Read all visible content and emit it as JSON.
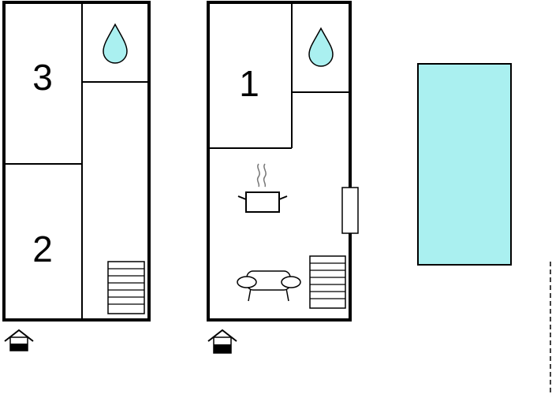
{
  "floor_upper": {
    "rooms": [
      {
        "label": "3"
      },
      {
        "label": "2"
      }
    ],
    "icons": [
      "water-drop-icon",
      "stairs-icon",
      "entrance-icon"
    ]
  },
  "floor_ground": {
    "rooms": [
      {
        "label": "1"
      }
    ],
    "icons": [
      "water-drop-icon",
      "cooking-pot-icon",
      "sofa-icon",
      "stairs-icon",
      "window-icon",
      "entrance-icon"
    ]
  },
  "pool": {
    "icon": "swimming-pool"
  },
  "colors": {
    "water": "#aaf0f0",
    "pool": "#aaf0f0",
    "wall": "#000000",
    "background": "#ffffff"
  }
}
